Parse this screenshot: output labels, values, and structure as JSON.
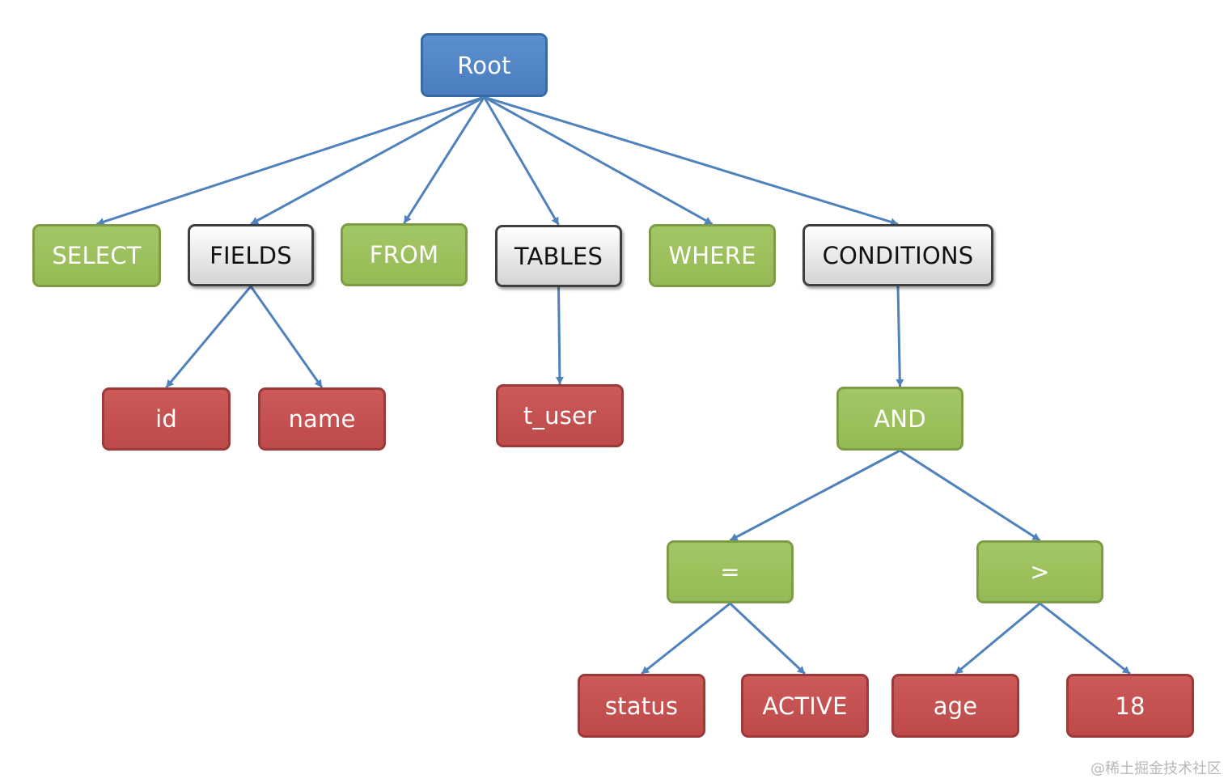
{
  "colors": {
    "root": "#5b8fd0",
    "keyword": "#9bbb59",
    "container": "#e0e0e0",
    "value": "#c0504d",
    "edge": "#4f81bd"
  },
  "nodes": {
    "root": "Root",
    "select": "SELECT",
    "fields": "FIELDS",
    "from": "FROM",
    "tables": "TABLES",
    "where": "WHERE",
    "conditions": "CONDITIONS",
    "id": "id",
    "name": "name",
    "t_user": "t_user",
    "and": "AND",
    "eq": "=",
    "gt": ">",
    "status": "status",
    "active": "ACTIVE",
    "age": "age",
    "eighteen": "18"
  },
  "edges": [
    [
      "root",
      "select"
    ],
    [
      "root",
      "fields"
    ],
    [
      "root",
      "from"
    ],
    [
      "root",
      "tables"
    ],
    [
      "root",
      "where"
    ],
    [
      "root",
      "conditions"
    ],
    [
      "fields",
      "id"
    ],
    [
      "fields",
      "name"
    ],
    [
      "tables",
      "t_user"
    ],
    [
      "conditions",
      "and"
    ],
    [
      "and",
      "eq"
    ],
    [
      "and",
      "gt"
    ],
    [
      "eq",
      "status"
    ],
    [
      "eq",
      "active"
    ],
    [
      "gt",
      "age"
    ],
    [
      "gt",
      "eighteen"
    ]
  ],
  "watermark": "@稀土掘金技术社区"
}
